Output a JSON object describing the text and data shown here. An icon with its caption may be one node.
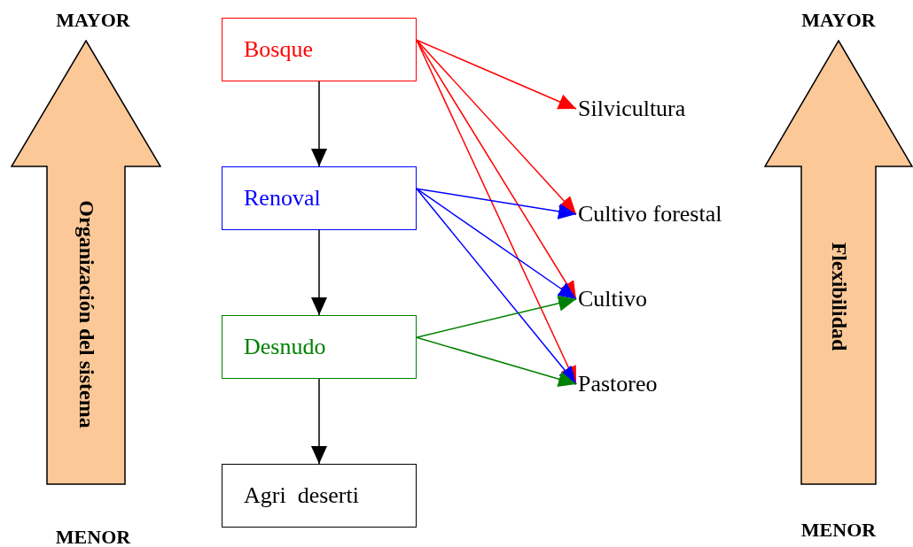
{
  "diagram": {
    "nodes": [
      {
        "text": [
          "Bosque"
        ]
      },
      {
        "text": [
          "Renoval"
        ]
      },
      {
        "text": [
          "Desnudo"
        ]
      },
      {
        "text": [
          "Agri  deserti"
        ]
      },
      {
        "text": [
          "Silvicultura"
        ]
      },
      {
        "text": [
          "Cultivo forestal"
        ]
      },
      {
        "text": [
          "Cultivo"
        ]
      },
      {
        "text": [
          "Pastoreo"
        ]
      },
      {
        "text": [
          "Organización del sistema"
        ],
        "beside": [
          "MAYOR",
          "MENOR"
        ]
      },
      {
        "text": [
          "Flexibilidad"
        ],
        "beside": [
          "MAYOR",
          "MENOR"
        ]
      }
    ],
    "edges": [
      {
        "from": 0,
        "to": 1,
        "arrow": "to",
        "color": "#000000"
      },
      {
        "from": 1,
        "to": 2,
        "arrow": "to",
        "color": "#000000"
      },
      {
        "from": 2,
        "to": 3,
        "arrow": "to",
        "color": "#000000"
      },
      {
        "from": 0,
        "to": 4,
        "arrow": "to",
        "color": "#ff0000"
      },
      {
        "from": 0,
        "to": 5,
        "arrow": "to",
        "color": "#ff0000"
      },
      {
        "from": 0,
        "to": 6,
        "arrow": "to",
        "color": "#ff0000"
      },
      {
        "from": 0,
        "to": 7,
        "arrow": "to",
        "color": "#ff0000"
      },
      {
        "from": 1,
        "to": 5,
        "arrow": "to",
        "color": "#0000ff"
      },
      {
        "from": 1,
        "to": 6,
        "arrow": "to",
        "color": "#0000ff"
      },
      {
        "from": 1,
        "to": 7,
        "arrow": "to",
        "color": "#0000ff"
      },
      {
        "from": 2,
        "to": 6,
        "arrow": "to",
        "color": "#008000"
      },
      {
        "from": 2,
        "to": 7,
        "arrow": "to",
        "color": "#008000"
      }
    ]
  }
}
